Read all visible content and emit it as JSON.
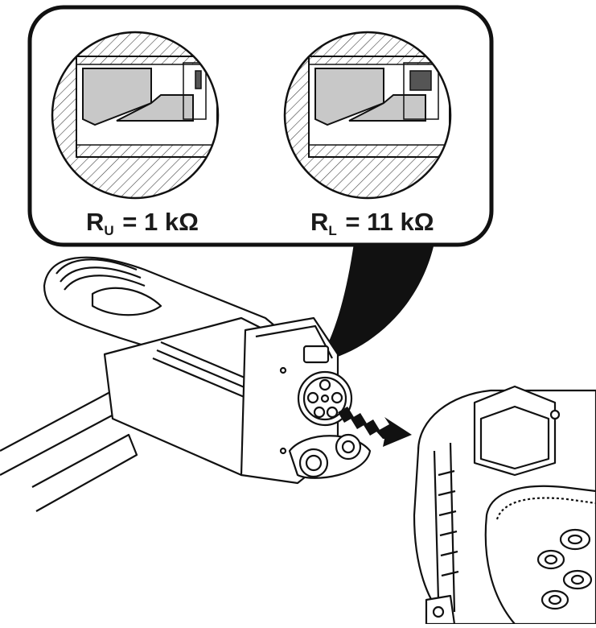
{
  "callout": {
    "upper": {
      "var": "R",
      "sub": "U",
      "rest": " = 1 kΩ"
    },
    "lower": {
      "var": "R",
      "sub": "L",
      "rest": " = 11 kΩ"
    }
  },
  "colors": {
    "ink": "#1a1a1a",
    "part_grey": "#c8c8c8",
    "part_dark": "#555555",
    "hatch": "#444444"
  }
}
